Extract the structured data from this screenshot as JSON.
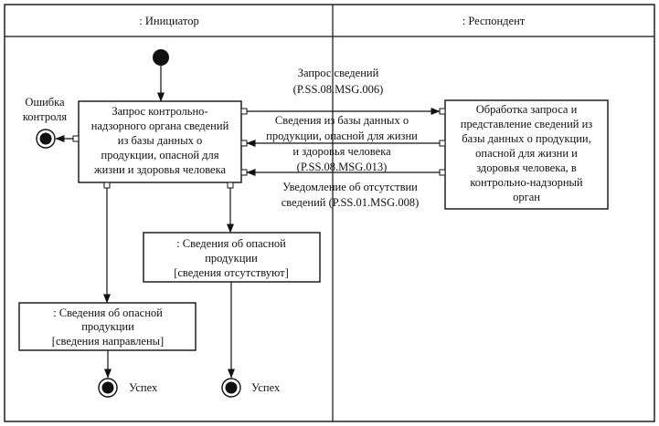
{
  "lanes": {
    "initiator": ": Инициатор",
    "respondent": ": Респондент"
  },
  "nodes": {
    "request": {
      "lines": [
        "Запрос контрольно-",
        "надзорного органа сведений",
        "из базы данных о",
        "продукции, опасной для",
        "жизни и здоровья человека"
      ]
    },
    "processing": {
      "lines": [
        "Обработка запроса и",
        "представление сведений из",
        "базы данных о продукции,",
        "опасной для жизни и",
        "здоровья человека, в",
        "контрольно-надзорный",
        "орган"
      ]
    },
    "info_absent": {
      "lines": [
        ": Сведения об опасной",
        "продукции",
        "[сведения отсутствуют]"
      ]
    },
    "info_sent": {
      "lines": [
        ": Сведения об опасной",
        "продукции",
        "[сведения направлены]"
      ]
    }
  },
  "labels": {
    "error": [
      "Ошибка",
      "контроля"
    ],
    "success_left": "Успех",
    "success_right": "Успех"
  },
  "messages": {
    "request": [
      "Запрос сведений",
      "(P.SS.08.MSG.006)"
    ],
    "response": [
      "Сведения из базы данных о",
      "продукции, опасной для жизни",
      "и здоровья человека",
      "(P.SS.08.MSG.013)"
    ],
    "absence": [
      "Уведомление об отсутствии",
      "сведений (P.SS.01.MSG.008)"
    ]
  }
}
